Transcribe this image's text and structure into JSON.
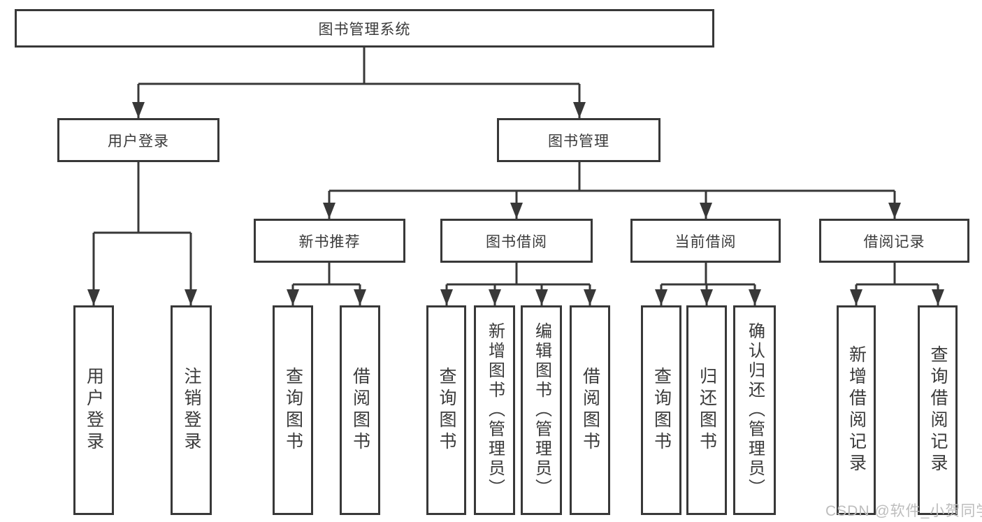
{
  "diagram": {
    "type": "hierarchy-tree",
    "colors": {
      "line": "#383838",
      "box_border": "#383838",
      "text": "#3a3a3a",
      "background": "#ffffff",
      "watermark": "#bdbdbd"
    },
    "tree": {
      "label": "图书管理系统",
      "children": [
        {
          "label": "用户登录",
          "children": [
            {
              "label": "用户登录"
            },
            {
              "label": "注销登录"
            }
          ]
        },
        {
          "label": "图书管理",
          "children": [
            {
              "label": "新书推荐",
              "children": [
                {
                  "label": "查询图书"
                },
                {
                  "label": "借阅图书"
                }
              ]
            },
            {
              "label": "图书借阅",
              "children": [
                {
                  "label": "查询图书"
                },
                {
                  "label": "新增图书（管理员）"
                },
                {
                  "label": "编辑图书（管理员）"
                },
                {
                  "label": "借阅图书"
                }
              ]
            },
            {
              "label": "当前借阅",
              "children": [
                {
                  "label": "查询图书"
                },
                {
                  "label": "归还图书"
                },
                {
                  "label": "确认归还（管理员）"
                }
              ]
            },
            {
              "label": "借阅记录",
              "children": [
                {
                  "label": "新增借阅记录"
                },
                {
                  "label": "查询借阅记录"
                }
              ]
            }
          ]
        }
      ]
    },
    "watermark": {
      "text": "CSDN @软件_小贺同学"
    }
  }
}
